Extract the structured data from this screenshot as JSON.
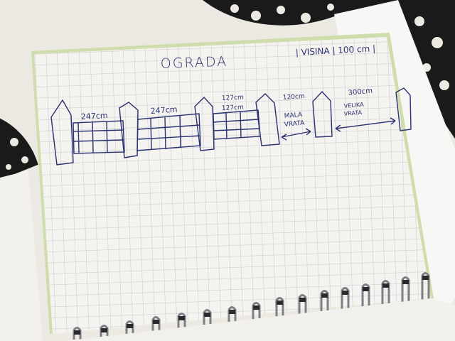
{
  "notebook": {
    "title": "OGRADA",
    "header_note": "| VISINA | 100 cm |",
    "colors": {
      "ink": "#2b3270",
      "paper": "#f4f3ef",
      "grid": "#b9bcc4",
      "binding": "#c9d9a2",
      "lace": "#1a1a1a"
    },
    "sketch_labels": {
      "panel1": "247cm",
      "panel2": "247cm",
      "panel3_top": "127cm",
      "panel3_bottom": "127cm",
      "small_gate_width": "120cm",
      "small_gate_name_1": "MALA",
      "small_gate_name_2": "VRATA",
      "big_gate_width": "300cm",
      "big_gate_name_1": "VELIKA",
      "big_gate_name_2": "VRATA"
    }
  }
}
